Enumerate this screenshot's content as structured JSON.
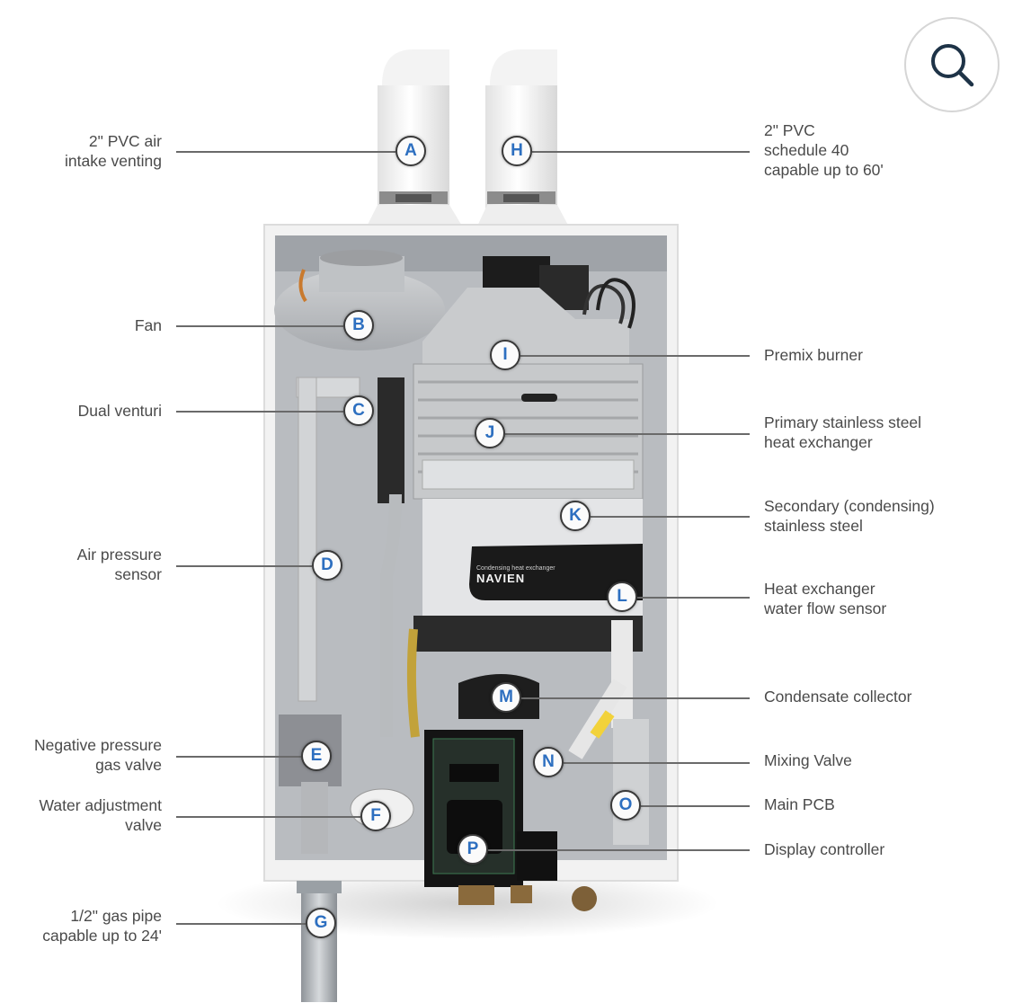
{
  "product": {
    "brand": "NAVIEN",
    "heat_exchanger_badge": "Condensing heat exchanger"
  },
  "zoom_button": {
    "icon": "search-icon",
    "color": "#1e3347"
  },
  "colors": {
    "marker_letter": "#2d6fc0",
    "label_text": "#4a4a4a",
    "leader_line": "#6a6a6a"
  },
  "callouts": [
    {
      "id": "A",
      "side": "left",
      "lines": [
        "2\" PVC air",
        "intake venting"
      ]
    },
    {
      "id": "H",
      "side": "right",
      "lines": [
        "2\" PVC",
        "schedule 40",
        "capable up to 60'"
      ]
    },
    {
      "id": "B",
      "side": "left",
      "lines": [
        "Fan"
      ]
    },
    {
      "id": "I",
      "side": "right",
      "lines": [
        "Premix burner"
      ]
    },
    {
      "id": "C",
      "side": "left",
      "lines": [
        "Dual venturi"
      ]
    },
    {
      "id": "J",
      "side": "right",
      "lines": [
        "Primary stainless steel",
        "heat exchanger"
      ]
    },
    {
      "id": "K",
      "side": "right",
      "lines": [
        "Secondary (condensing)",
        "stainless steel"
      ]
    },
    {
      "id": "D",
      "side": "left",
      "lines": [
        "Air pressure",
        "sensor"
      ]
    },
    {
      "id": "L",
      "side": "right",
      "lines": [
        "Heat exchanger",
        "water flow sensor"
      ]
    },
    {
      "id": "M",
      "side": "right",
      "lines": [
        "Condensate collector"
      ]
    },
    {
      "id": "E",
      "side": "left",
      "lines": [
        "Negative pressure",
        "gas valve"
      ]
    },
    {
      "id": "N",
      "side": "right",
      "lines": [
        "Mixing Valve"
      ]
    },
    {
      "id": "O",
      "side": "right",
      "lines": [
        "Main PCB"
      ]
    },
    {
      "id": "F",
      "side": "left",
      "lines": [
        "Water adjustment",
        "valve"
      ]
    },
    {
      "id": "P",
      "side": "right",
      "lines": [
        "Display controller"
      ]
    },
    {
      "id": "G",
      "side": "left",
      "lines": [
        "1/2\" gas pipe",
        "capable up to 24'"
      ]
    }
  ]
}
